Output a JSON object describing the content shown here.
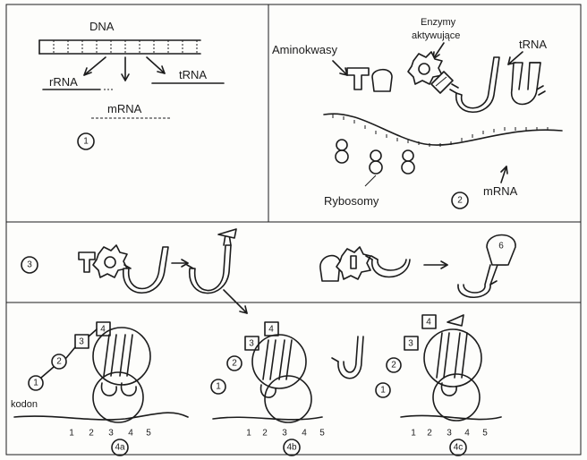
{
  "panel1": {
    "dna": "DNA",
    "rrna": "rRNA",
    "trna": "tRNA",
    "mrna": "mRNA",
    "number": "1"
  },
  "panel2": {
    "aminokwasy": "Aminokwasy",
    "enzymy_line1": "Enzymy",
    "enzymy_line2": "aktywujące",
    "trna": "tRNA",
    "mrna": "mRNA",
    "rybosomy": "Rybosomy",
    "number": "2"
  },
  "panel3": {
    "number": "3",
    "amino_label": "6"
  },
  "panel4": {
    "kodon": "kodon",
    "chain_a": [
      "1",
      "2",
      "3",
      "4"
    ],
    "chain_b": [
      "1",
      "2",
      "3",
      "4"
    ],
    "chain_c": [
      "1",
      "2",
      "3",
      "4"
    ],
    "codons_a": [
      "1",
      "2",
      "3",
      "4",
      "5"
    ],
    "codons_b": [
      "1",
      "2",
      "3",
      "4",
      "5"
    ],
    "codons_c": [
      "1",
      "2",
      "3",
      "4",
      "5"
    ],
    "label_a": "4a",
    "label_b": "4b",
    "label_c": "4c"
  }
}
